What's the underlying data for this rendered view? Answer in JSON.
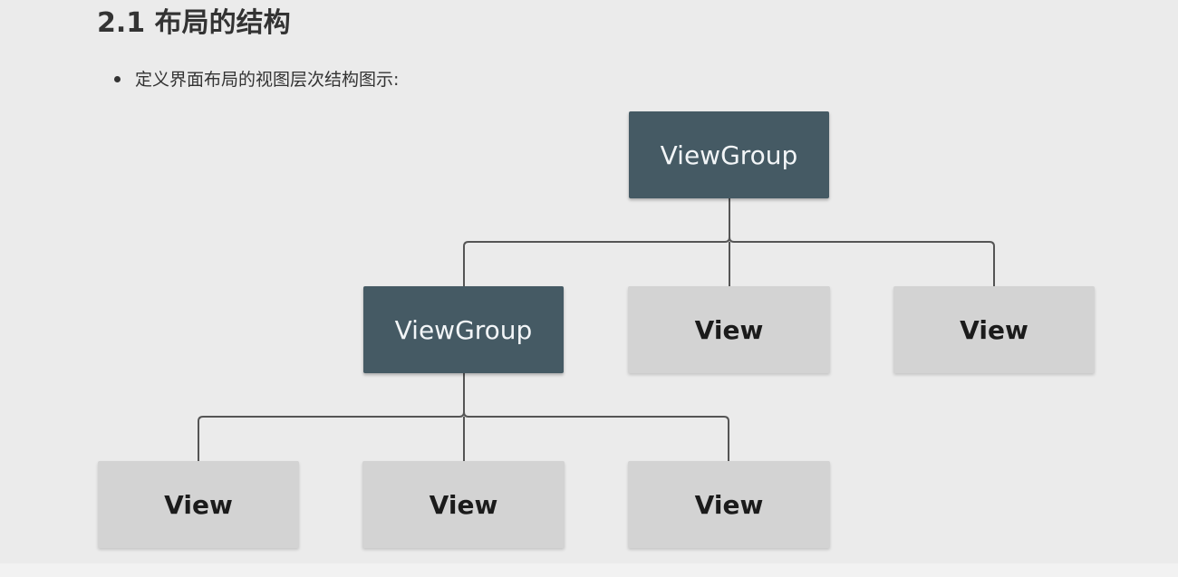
{
  "heading": {
    "title": "2.1 布局的结构"
  },
  "content": {
    "bullet_text": "定义界面布局的视图层次结构图示:"
  },
  "diagram": {
    "root": {
      "label": "ViewGroup",
      "kind": "group"
    },
    "level1": [
      {
        "label": "ViewGroup",
        "kind": "group"
      },
      {
        "label": "View",
        "kind": "view"
      },
      {
        "label": "View",
        "kind": "view"
      }
    ],
    "level2": [
      {
        "label": "View",
        "kind": "view"
      },
      {
        "label": "View",
        "kind": "view"
      },
      {
        "label": "View",
        "kind": "view"
      }
    ],
    "colors": {
      "group_fill": "#455a64",
      "view_fill": "#d3d3d3",
      "connector": "#555555",
      "background": "#ebebeb"
    }
  }
}
